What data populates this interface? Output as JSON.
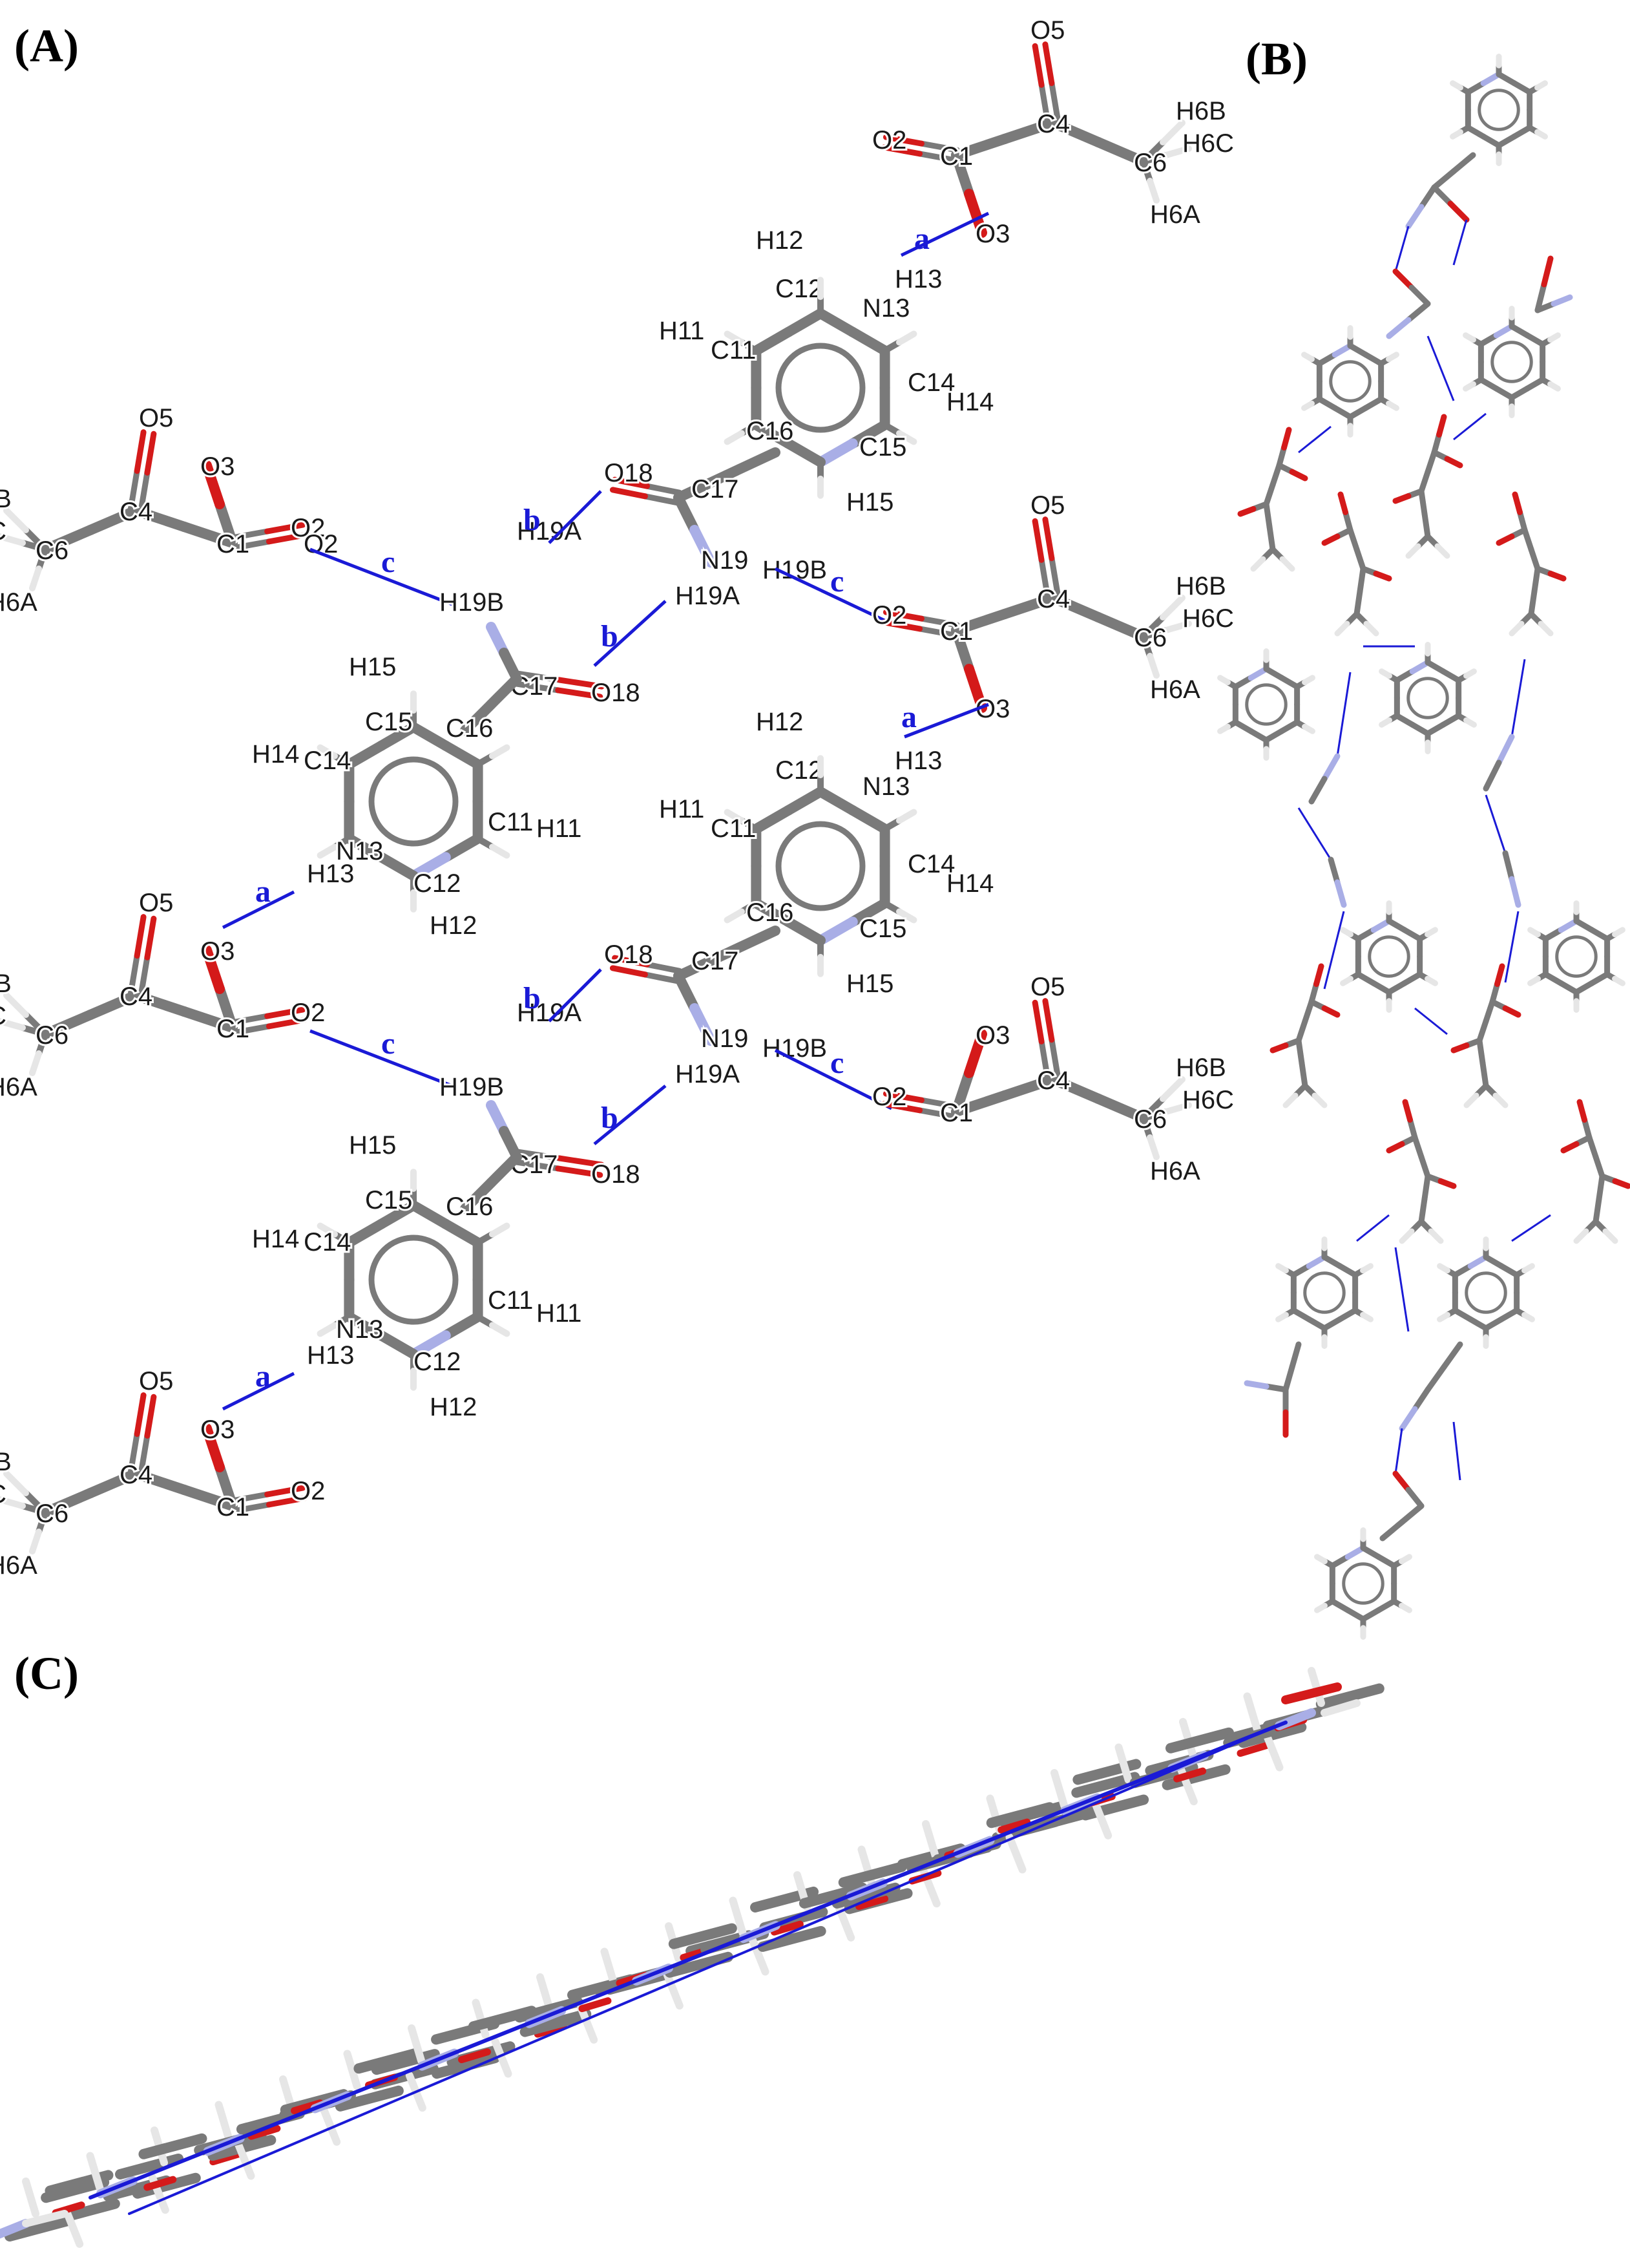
{
  "panels": {
    "a": "(A)",
    "b": "(B)",
    "c": "(C)"
  },
  "colors": {
    "carbon": "#7a7a7a",
    "oxygen": "#d41a1a",
    "nitrogen": "#a9aee6",
    "hydrogen": "#e6e6e6",
    "hbond": "#1a1ad6"
  },
  "hbond_labels": {
    "a": "a",
    "b": "b",
    "c": "c"
  },
  "atoms": {
    "O5": "O5",
    "C4": "C4",
    "H6B": "H6B",
    "H6C": "H6C",
    "C6": "C6",
    "H6A": "H6A",
    "O2": "O2",
    "C1": "C1",
    "O3": "O3",
    "H12": "H12",
    "H13": "H13",
    "C12": "C12",
    "N13": "N13",
    "H11": "H11",
    "C11": "C11",
    "C14": "C14",
    "H14": "H14",
    "C16": "C16",
    "C15": "C15",
    "O18": "O18",
    "C17": "C17",
    "H15": "H15",
    "N19": "N19",
    "H19A": "H19A",
    "H19B": "H19B"
  }
}
